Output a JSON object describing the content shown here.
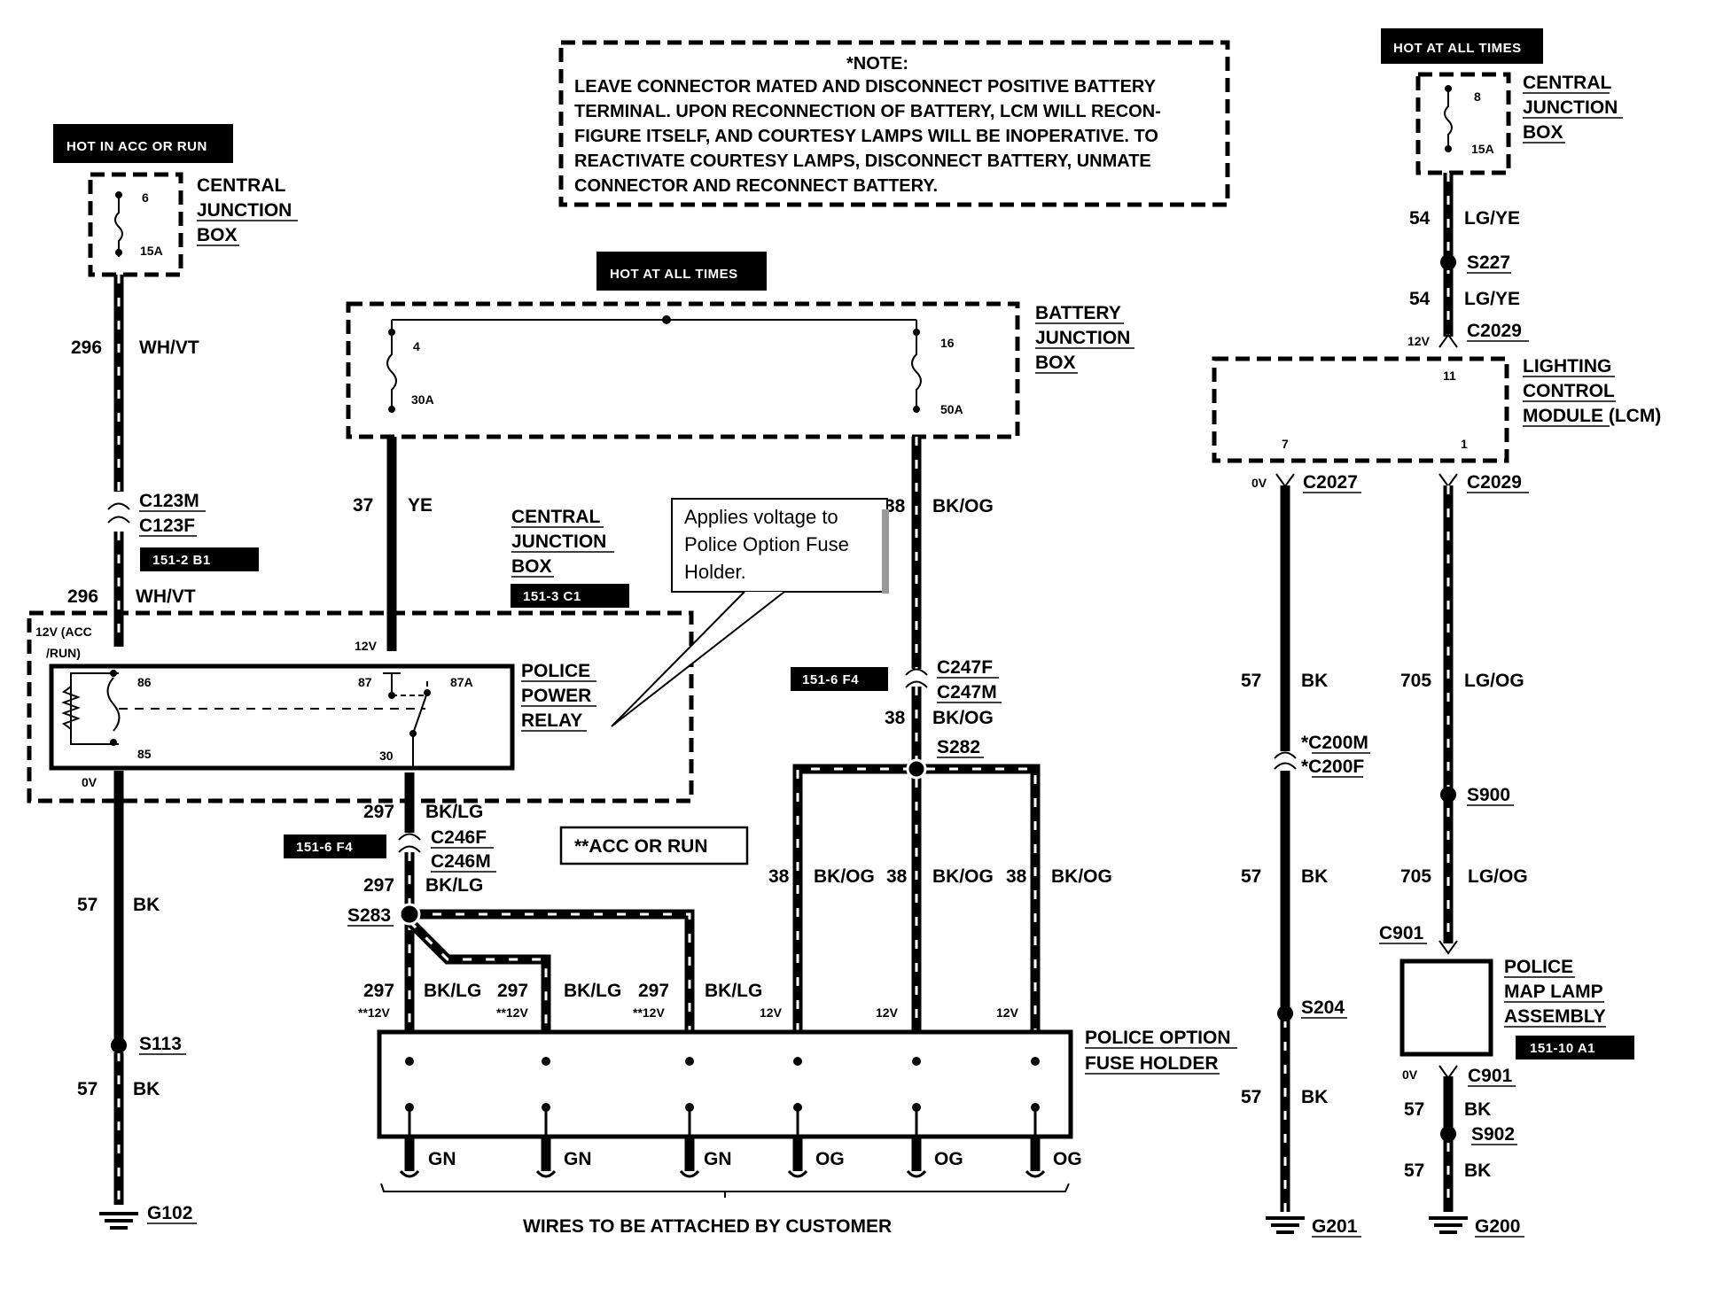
{
  "note": {
    "title": "*NOTE:",
    "lines": [
      "LEAVE CONNECTOR MATED AND DISCONNECT POSITIVE BATTERY",
      "TERMINAL. UPON RECONNECTION OF BATTERY, LCM WILL RECON-",
      "FIGURE ITSELF, AND COURTESY LAMPS WILL BE INOPERATIVE. TO",
      "REACTIVATE COURTESY LAMPS, DISCONNECT BATTERY, UNMATE",
      "CONNECTOR AND RECONNECT BATTERY."
    ]
  },
  "power_tags": {
    "hot_acc_run": "HOT IN ACC OR RUN",
    "hot_all_times_center": "HOT AT ALL TIMES",
    "hot_all_times_right": "HOT AT ALL TIMES"
  },
  "components": {
    "cjb_left": [
      "CENTRAL",
      "JUNCTION",
      "BOX"
    ],
    "cjb_mid": [
      "CENTRAL",
      "JUNCTION",
      "BOX"
    ],
    "cjb_right": [
      "CENTRAL",
      "JUNCTION",
      "BOX"
    ],
    "bjb": [
      "BATTERY",
      "JUNCTION",
      "BOX"
    ],
    "relay": [
      "POLICE",
      "POWER",
      "RELAY"
    ],
    "lcm": [
      "LIGHTING",
      "CONTROL",
      "MODULE (LCM)"
    ],
    "fuse_holder": [
      "POLICE OPTION",
      "FUSE HOLDER"
    ],
    "map_lamp": [
      "POLICE",
      "MAP LAMP",
      "ASSEMBLY"
    ]
  },
  "fuses": {
    "cjb_left": {
      "num": "6",
      "amp": "15A"
    },
    "bjb_a": {
      "num": "4",
      "amp": "30A"
    },
    "bjb_b": {
      "num": "16",
      "amp": "50A"
    },
    "cjb_right": {
      "num": "8",
      "amp": "15A"
    }
  },
  "page_refs": {
    "c123": "151-2 B1",
    "cjb_mid": "151-3 C1",
    "c247": "151-6 F4",
    "c246": "151-6 F4",
    "map_lamp": "151-10 A1"
  },
  "callout": [
    "Applies voltage to",
    "Police Option Fuse",
    "Holder."
  ],
  "acc_note": "**ACC OR RUN",
  "bottom_caption": "WIRES TO BE ATTACHED BY CUSTOMER",
  "relay_pins": {
    "p86": "86",
    "p87": "87",
    "p87a": "87A",
    "p85": "85",
    "p30": "30"
  },
  "lcm_pins": {
    "p11": "11",
    "p7": "7",
    "p1": "1"
  },
  "voltages": {
    "v12_acc_run": "12V (ACC",
    "v12_acc_run2": "/RUN)",
    "v12": "12V",
    "v0": "0V",
    "v12_dbl": "**12V"
  },
  "connectors": {
    "c123m": "C123M",
    "c123f": "C123F",
    "c247f": "C247F",
    "c247m": "C247M",
    "c246f": "C246F",
    "c246m": "C246M",
    "c2029": "C2029",
    "c2027": "C2027",
    "c200m": "*C200M",
    "c200f": "*C200F",
    "c901": "C901"
  },
  "splices": {
    "s282": "S282",
    "s283": "S283",
    "s113": "S113",
    "s204": "S204",
    "s227": "S227",
    "s900": "S900",
    "s902": "S902"
  },
  "grounds": {
    "g102": "G102",
    "g201": "G201",
    "g200": "G200"
  },
  "circuits": {
    "c296": "296",
    "wh_vt": "WH/VT",
    "c37": "37",
    "ye": "YE",
    "c38": "38",
    "bk_og": "BK/OG",
    "c297": "297",
    "bk_lg": "BK/LG",
    "c57": "57",
    "bk": "BK",
    "c54": "54",
    "lg_ye": "LG/YE",
    "c705": "705",
    "lg_og": "LG/OG"
  },
  "fuse_outputs": [
    "GN",
    "GN",
    "GN",
    "OG",
    "OG",
    "OG"
  ]
}
